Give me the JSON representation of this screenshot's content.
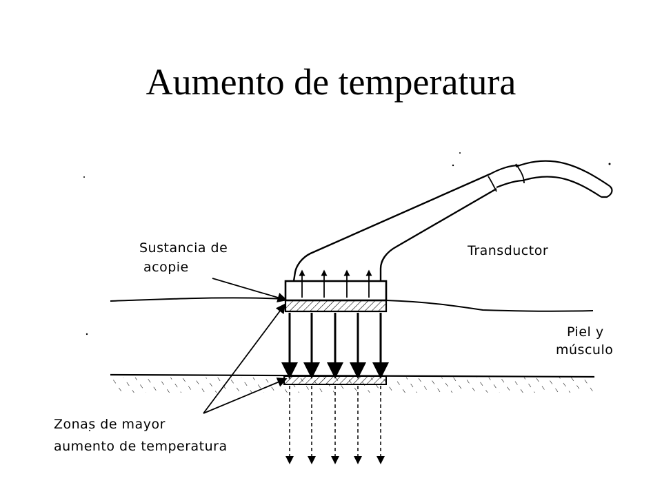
{
  "slide": {
    "title": "Aumento de temperatura"
  },
  "diagram": {
    "labels": {
      "coupling_line1": "Sustancia de",
      "coupling_line2": "acopie",
      "transducer": "Transductor",
      "tissue_line1": "Piel y",
      "tissue_line2": "músculo",
      "zones_line1": "Zonas de mayor",
      "zones_line2": "aumento de temperatura"
    },
    "parts": [
      "transducer-cable",
      "transducer-handle",
      "transducer-head",
      "coupling-layer",
      "skin-surface",
      "muscle-layer",
      "bone-surface",
      "heating-zone-interface"
    ],
    "arrow_groups": {
      "reflected_up": 4,
      "transmitted_down_solid": 5,
      "transmitted_down_dashed": 5
    }
  }
}
